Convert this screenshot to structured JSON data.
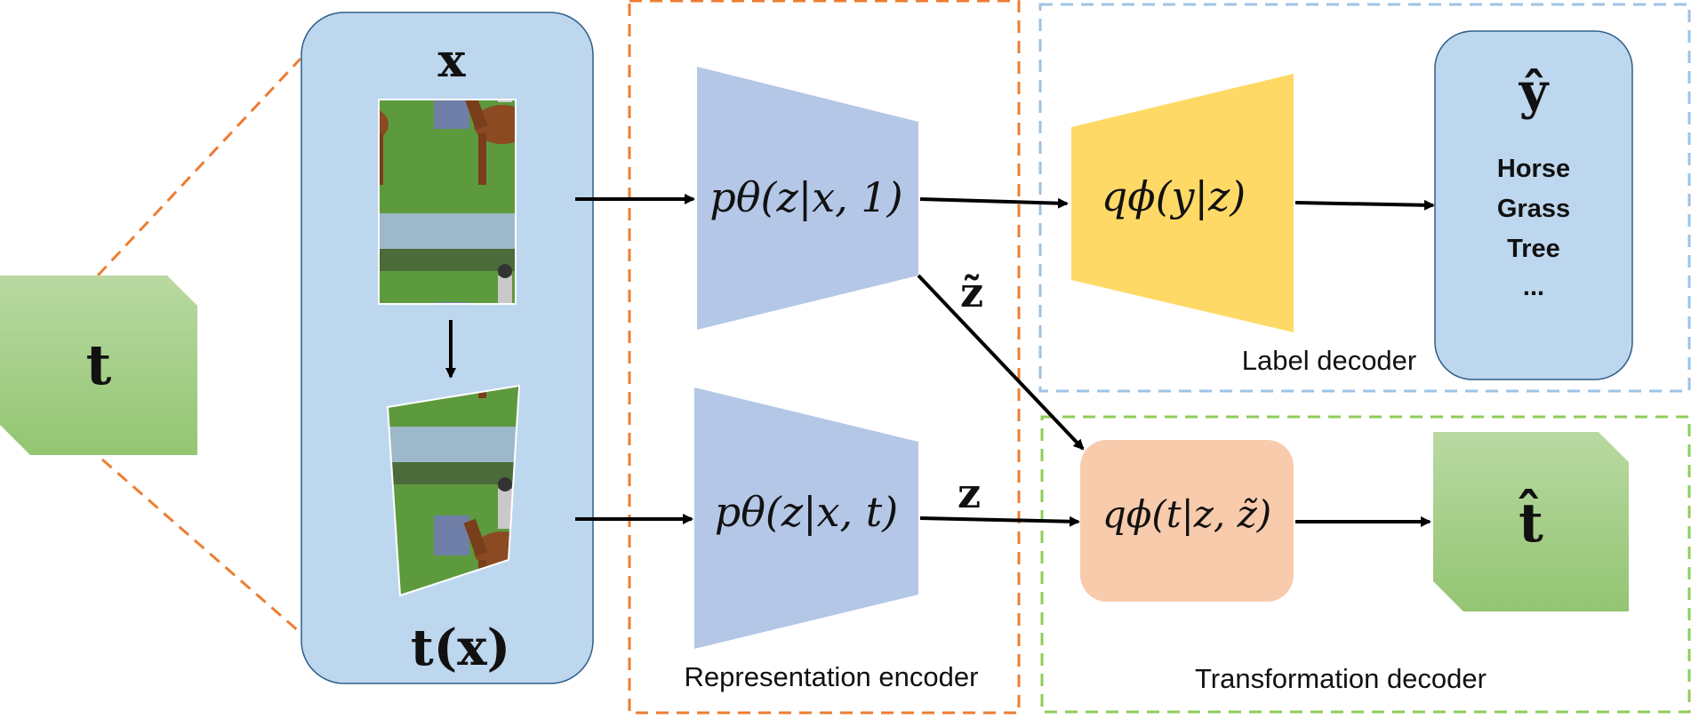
{
  "input_box": {
    "x_label": "x",
    "tx_label": "t(x)"
  },
  "transform_box": {
    "label": "t"
  },
  "encoder": {
    "section_label": "Representation encoder",
    "top_formula": "pθ(z|x, 1)",
    "bottom_formula": "pθ(z|x, t)"
  },
  "arrows": {
    "z_tilde": "z̃",
    "z": "z"
  },
  "label_decoder": {
    "section_label": "Label decoder",
    "formula": "qϕ(y|z)",
    "output_symbol": "ŷ",
    "output_labels": [
      "Horse",
      "Grass",
      "Tree",
      "..."
    ]
  },
  "transformation_decoder": {
    "section_label": "Transformation decoder",
    "formula": "qϕ(t|z, z̃)",
    "output_symbol": "t̂"
  },
  "colors": {
    "input_box": "#bdd7ee",
    "encoder": "#b4c7e7",
    "label_decoder": "#ffd966",
    "transformation_decoder": "#f8cbad",
    "transform_green": "#a9d18e",
    "orange_dash": "#ed7d31",
    "blue_dash": "#9dc3e6",
    "green_dash": "#8fcc5a"
  }
}
